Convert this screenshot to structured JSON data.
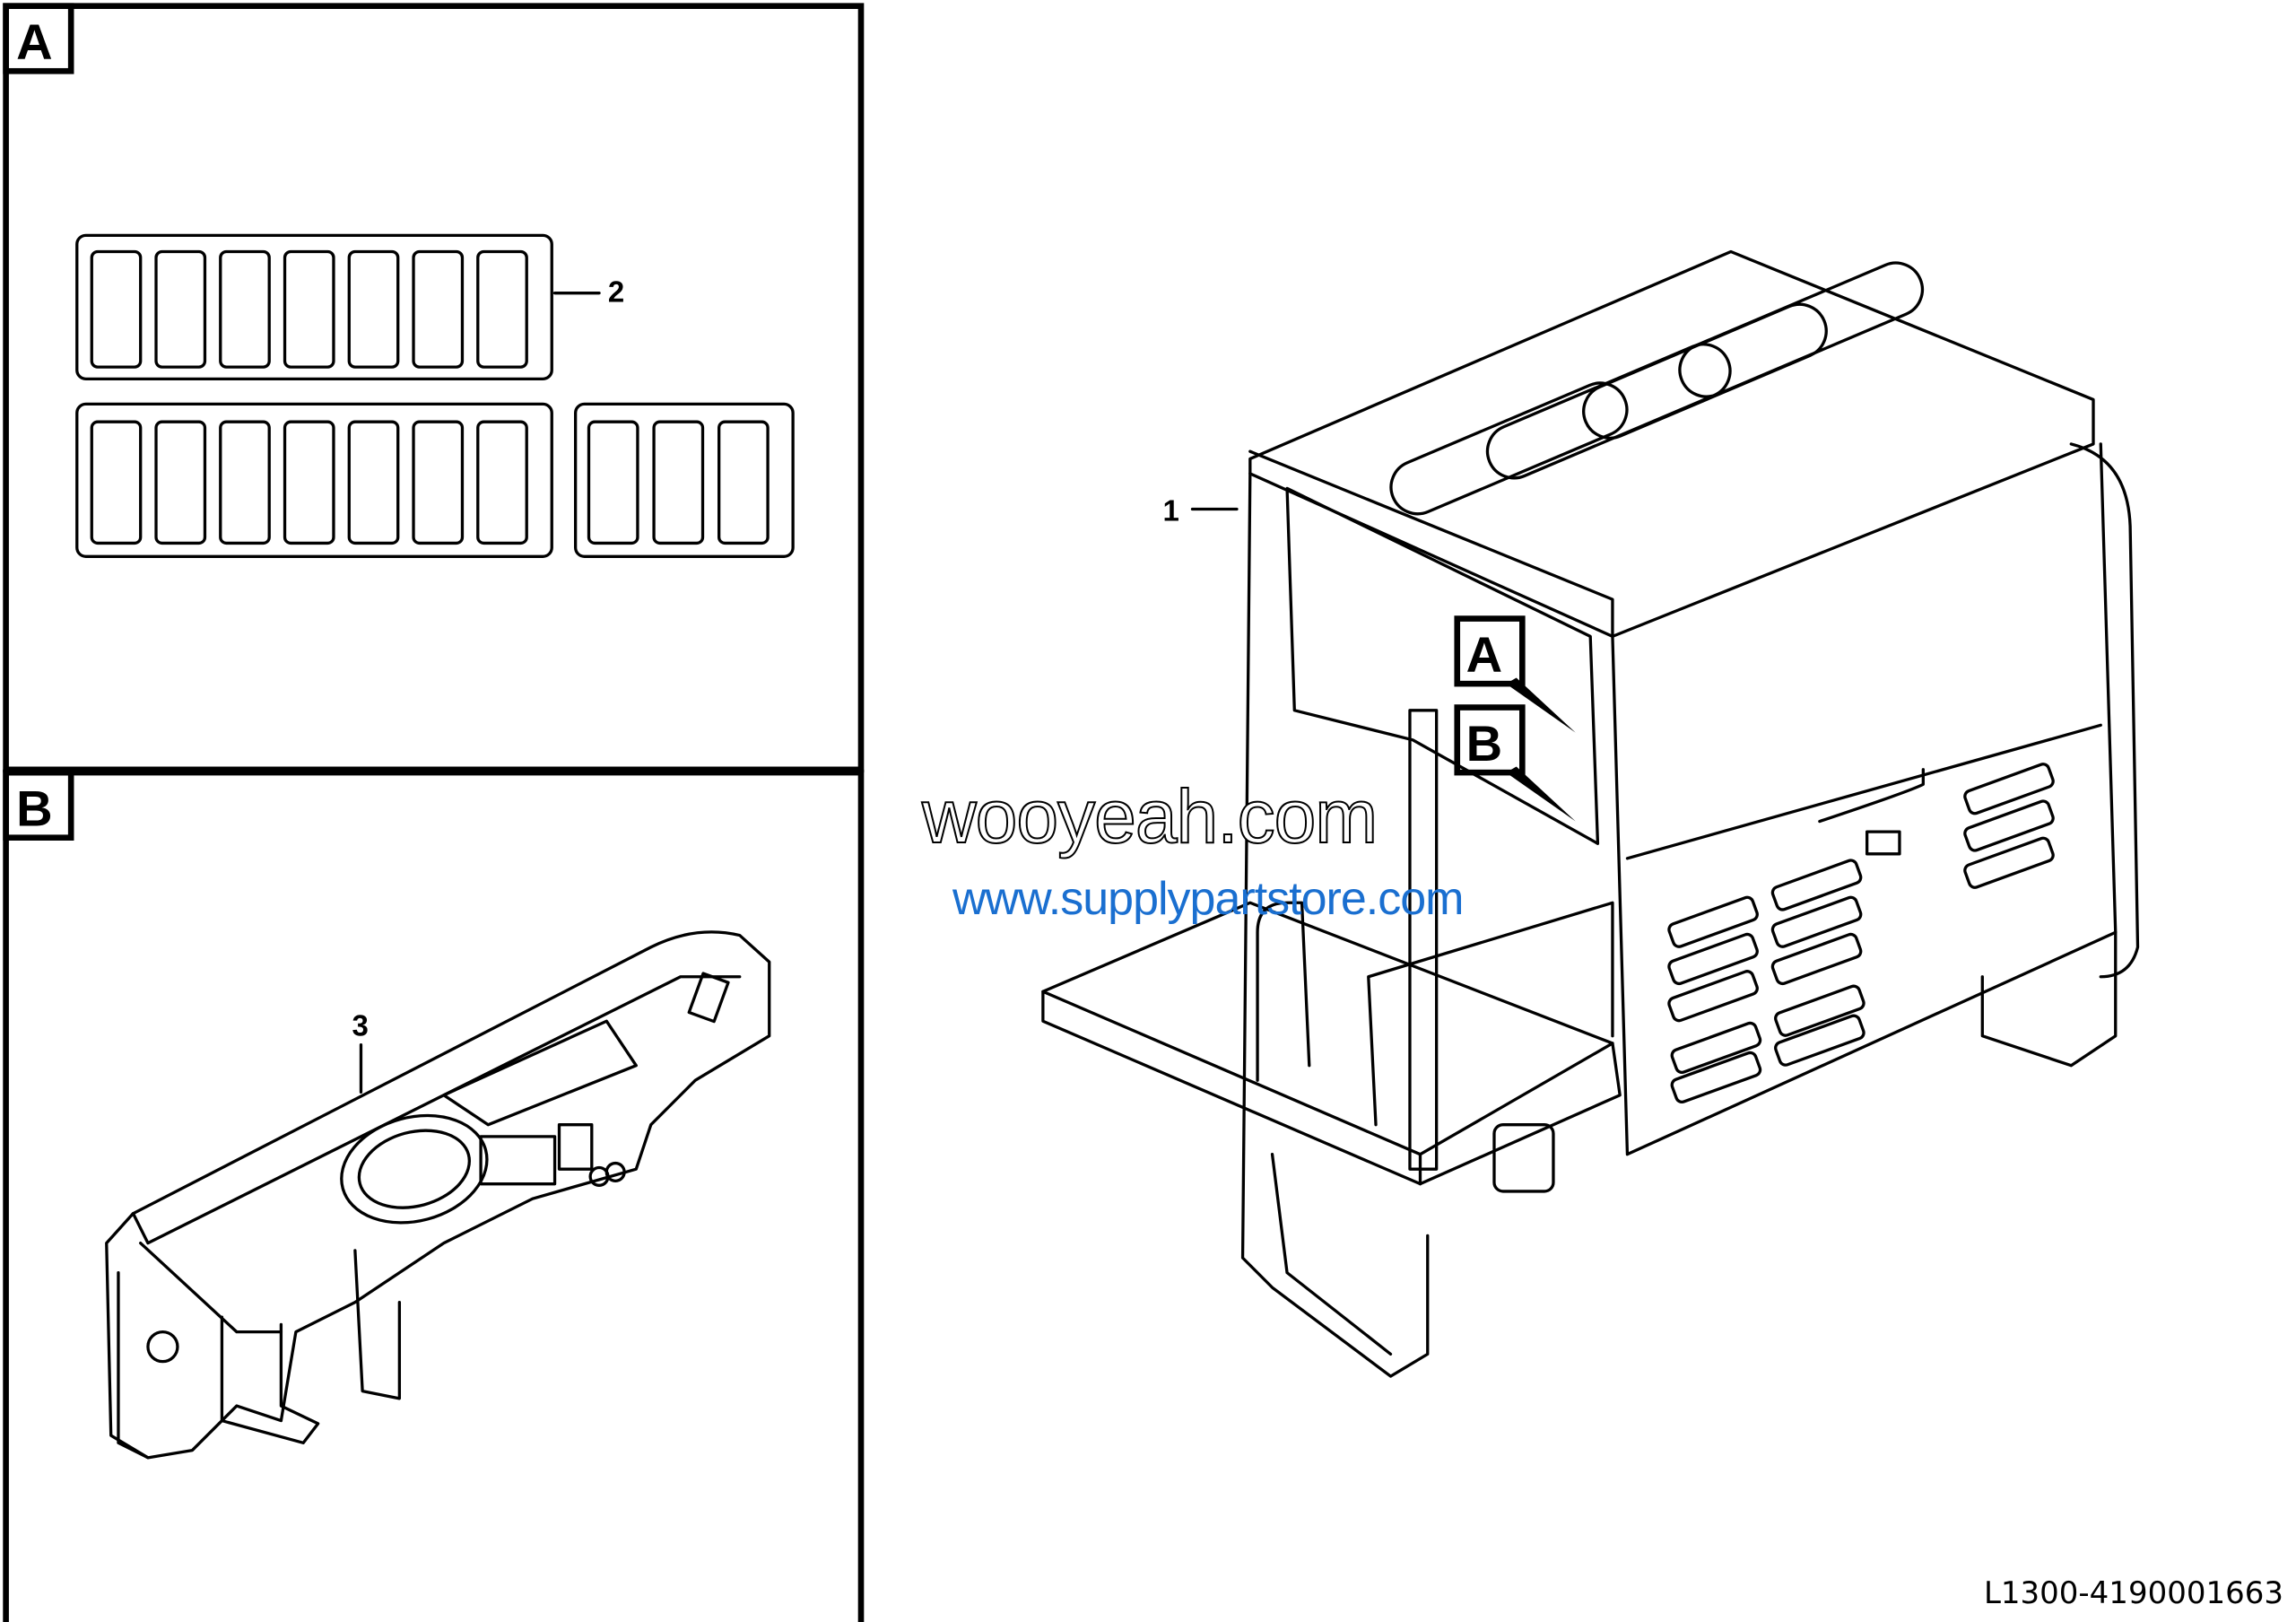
{
  "panels": {
    "a": {
      "letter": "A"
    },
    "b": {
      "letter": "B"
    }
  },
  "callouts": {
    "cab_part": "1",
    "switch_panel_part": "2",
    "dashboard_part": "3",
    "detail_a": "A",
    "detail_b": "B"
  },
  "watermarks": {
    "primary": "wooyeah.com",
    "secondary": "www.supplypartstore.com"
  },
  "drawing_code": "L1300-4190001663"
}
